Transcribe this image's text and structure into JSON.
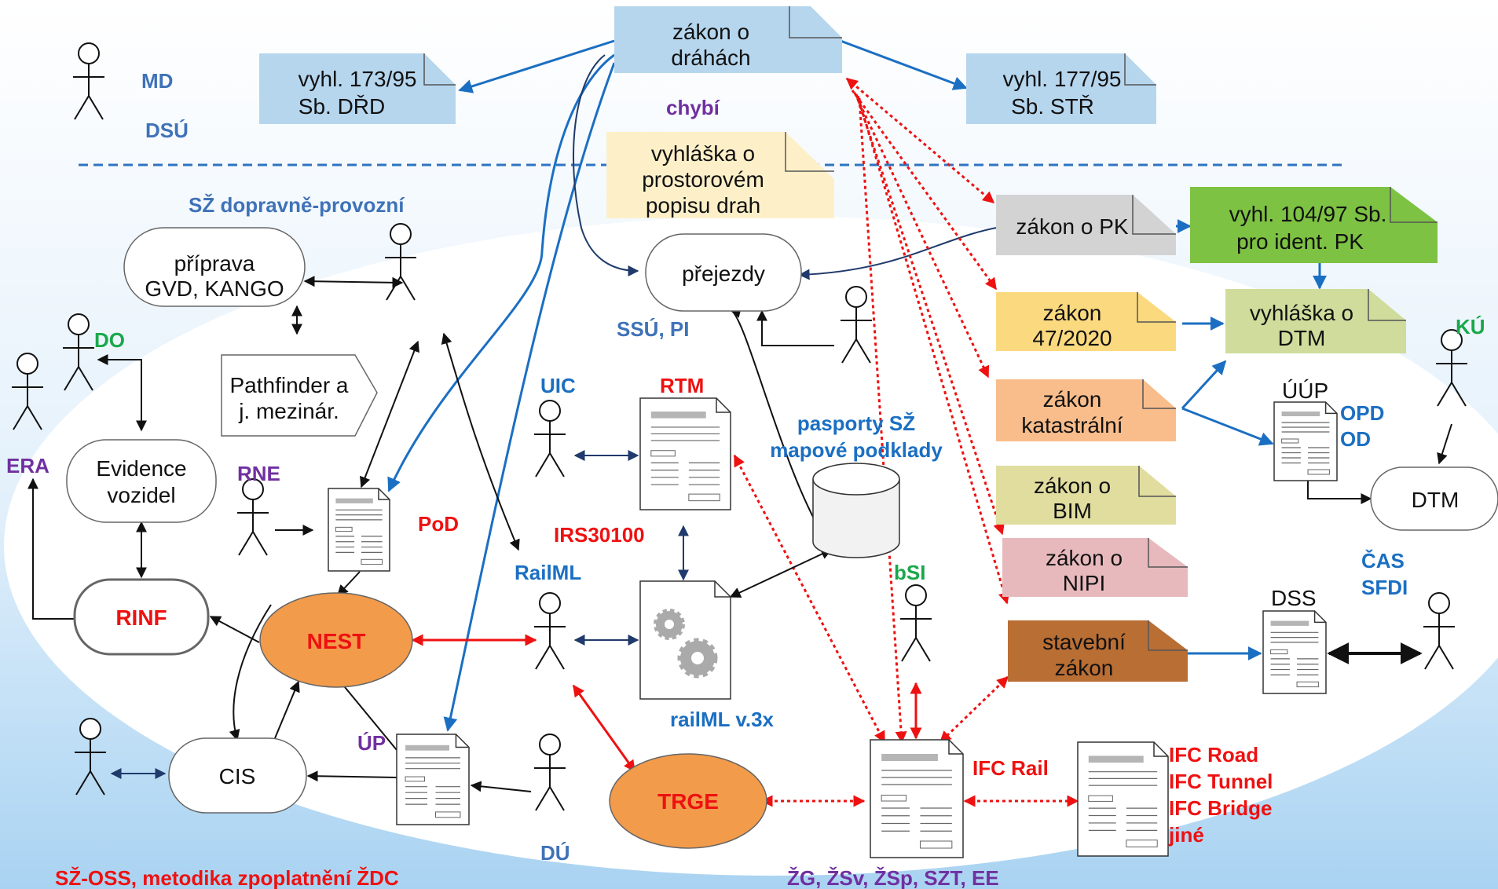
{
  "top": {
    "zakon_drahach": [
      "zákon o",
      "dráhách"
    ],
    "vyhl173": [
      "vyhl. 173/95",
      "Sb. DŘD"
    ],
    "vyhl177": [
      "vyhl. 177/95",
      "Sb. STŘ"
    ],
    "md": "MD",
    "dsu": "DSÚ",
    "chybi": "chybí",
    "vyhl_prostorovy": [
      "vyhláška o",
      "prostorovém",
      "popisu drah"
    ]
  },
  "left": {
    "sz_dopravne": "SŽ dopravně-provozní",
    "priprava": [
      "příprava",
      "GVD, KANGO"
    ],
    "pathfinder": [
      "Pathfinder a",
      "j. mezinár."
    ],
    "do": "DO",
    "era": "ERA",
    "evidence": [
      "Evidence",
      "vozidel"
    ],
    "rne": "RNE",
    "pod": "PoD",
    "rinf": "RINF",
    "nest": "NEST",
    "cis": "CIS",
    "up": "ÚP",
    "du": "DÚ",
    "sz_oss": "SŽ-OSS, metodika zpoplatnění ŽDC"
  },
  "center": {
    "prejezdy": "přejezdy",
    "ssu_pi": "SSÚ, PI",
    "uic": "UIC",
    "rtm": "RTM",
    "pasporty": [
      "pasporty SŽ",
      "mapové podklady"
    ],
    "irs": "IRS30100",
    "railml": "RailML",
    "railml_v3": "railML v.3x",
    "trge": "TRGE",
    "bsi": "bSI"
  },
  "right": {
    "zakon_pk": "zákon o PK",
    "vyhl104": [
      "vyhl. 104/97 Sb.",
      "pro ident. PK"
    ],
    "zakon47": [
      "zákon",
      "47/2020"
    ],
    "vyhl_dtm": [
      "vyhláška o",
      "DTM"
    ],
    "ku": "KÚ",
    "katastralni": [
      "zákon",
      "katastrální"
    ],
    "uup": "ÚÚP",
    "opd": "OPD",
    "od": "OD",
    "dtm": "DTM",
    "bim": [
      "zákon o",
      "BIM"
    ],
    "cas_sfdi": [
      "ČAS",
      "SFDI"
    ],
    "nipi": [
      "zákon o",
      "NIPI"
    ],
    "stavebni": [
      "stavební",
      "zákon"
    ],
    "dss": "DSS",
    "ifc_rail": "IFC Rail",
    "ifc_list": [
      "IFC Road",
      "IFC Tunnel",
      "IFC Bridge",
      "jiné"
    ],
    "zg": "ŽG, ŽSv, ŽSp, SZT, EE"
  },
  "colors": {
    "blue_label": "#3f72b8",
    "bright_blue": "#1b6fc2",
    "red": "#ee1111",
    "purple": "#7030a0",
    "green": "#19a84a",
    "nest_fill": "#f29b4b",
    "doc_blue": "#b6d6ee",
    "doc_yellow_light": "#fdf0c9",
    "doc_gray": "#d3d3d3",
    "doc_green": "#7dc242",
    "doc_yellow": "#fbd97f",
    "doc_olive": "#cfdc9c",
    "doc_orange": "#f9bd8b",
    "doc_khaki": "#e0dd9f",
    "doc_pink": "#e7b9bd",
    "doc_brown": "#b96e34"
  }
}
